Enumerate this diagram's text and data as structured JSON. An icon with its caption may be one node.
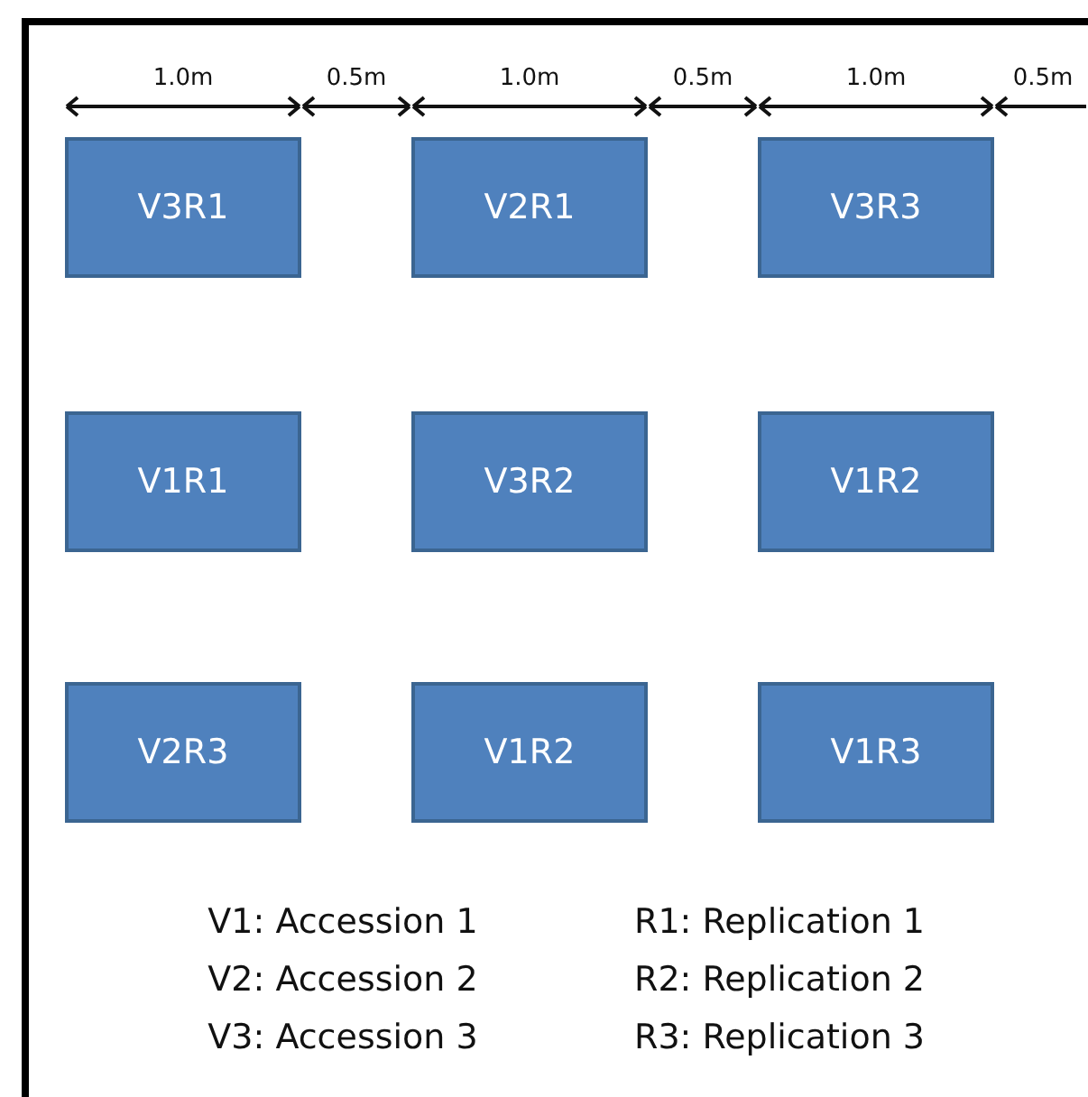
{
  "diagram": {
    "nodes": [
      {
        "text": [
          "V3R1"
        ]
      },
      {
        "text": [
          "V2R1"
        ]
      },
      {
        "text": [
          "V3R3"
        ]
      },
      {
        "text": [
          "V1R1"
        ]
      },
      {
        "text": [
          "V3R2"
        ]
      },
      {
        "text": [
          "V1R2"
        ]
      },
      {
        "text": [
          "V2R3"
        ]
      },
      {
        "text": [
          "V1R2"
        ]
      },
      {
        "text": [
          "V1R3"
        ]
      }
    ],
    "edges": [],
    "labels": [
      "1.0m",
      "0.5m",
      "1.0m",
      "0.5m",
      "1.0m",
      "0.5m",
      "V1: Accession 1",
      "R1: Replication 1",
      "V2: Accession 2",
      "R2: Replication 2",
      "V3: Accession 3",
      "R3: Replication 3"
    ]
  }
}
